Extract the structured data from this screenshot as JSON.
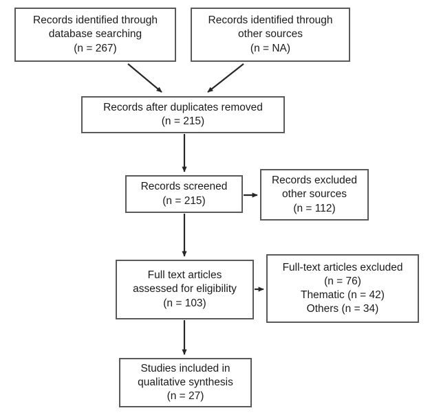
{
  "diagram": {
    "type": "prisma-flow-diagram",
    "title": "PRISMA study selection flow diagram",
    "colors": {
      "box_border": "#595959",
      "box_fill": "#ffffff",
      "text": "#1a1a1a",
      "arrow": "#262626",
      "background": "#ffffff"
    },
    "nodes": {
      "db_search": {
        "id": "records-identified-database",
        "lines": [
          "Records identified through",
          "database searching",
          "(n = 267)"
        ],
        "count_label": "n = 267",
        "count": 267
      },
      "other_sources": {
        "id": "records-identified-other-sources",
        "lines": [
          "Records identified through",
          "other sources",
          "(n = NA)"
        ],
        "count_label": "n = NA",
        "count": null
      },
      "duplicates_removed": {
        "id": "records-after-duplicates-removed",
        "lines": [
          "Records after duplicates removed",
          "(n = 215)"
        ],
        "count_label": "n = 215",
        "count": 215
      },
      "screened": {
        "id": "records-screened",
        "lines": [
          "Records screened",
          "(n = 215)"
        ],
        "count_label": "n = 215",
        "count": 215
      },
      "records_excluded": {
        "id": "records-excluded",
        "lines": [
          "Records excluded",
          "other sources",
          "(n = 112)"
        ],
        "count_label": "n = 112",
        "count": 112
      },
      "fulltext_assessed": {
        "id": "full-text-articles-assessed",
        "lines": [
          "Full text articles",
          "assessed for eligibility",
          "(n = 103)"
        ],
        "count_label": "n = 103",
        "count": 103
      },
      "fulltext_excluded": {
        "id": "full-text-articles-excluded",
        "lines": [
          "Full-text articles excluded",
          "(n = 76)",
          "Thematic (n = 42)",
          "Others (n = 34)"
        ],
        "count_label": "n = 76",
        "count": 76,
        "breakdown": [
          {
            "label": "Thematic",
            "count_label": "n = 42",
            "count": 42
          },
          {
            "label": "Others",
            "count_label": "n = 34",
            "count": 34
          }
        ]
      },
      "included": {
        "id": "studies-included-qualitative-synthesis",
        "lines": [
          "Studies included in",
          "qualitative synthesis",
          "(n = 27)"
        ],
        "count_label": "n = 27",
        "count": 27
      }
    },
    "edges": [
      {
        "from": "db_search",
        "to": "duplicates_removed",
        "direction": "diagonal-down-right"
      },
      {
        "from": "other_sources",
        "to": "duplicates_removed",
        "direction": "diagonal-down-left"
      },
      {
        "from": "duplicates_removed",
        "to": "screened",
        "direction": "down"
      },
      {
        "from": "screened",
        "to": "records_excluded",
        "direction": "right"
      },
      {
        "from": "screened",
        "to": "fulltext_assessed",
        "direction": "down"
      },
      {
        "from": "fulltext_assessed",
        "to": "fulltext_excluded",
        "direction": "right"
      },
      {
        "from": "fulltext_assessed",
        "to": "included",
        "direction": "down"
      }
    ]
  }
}
